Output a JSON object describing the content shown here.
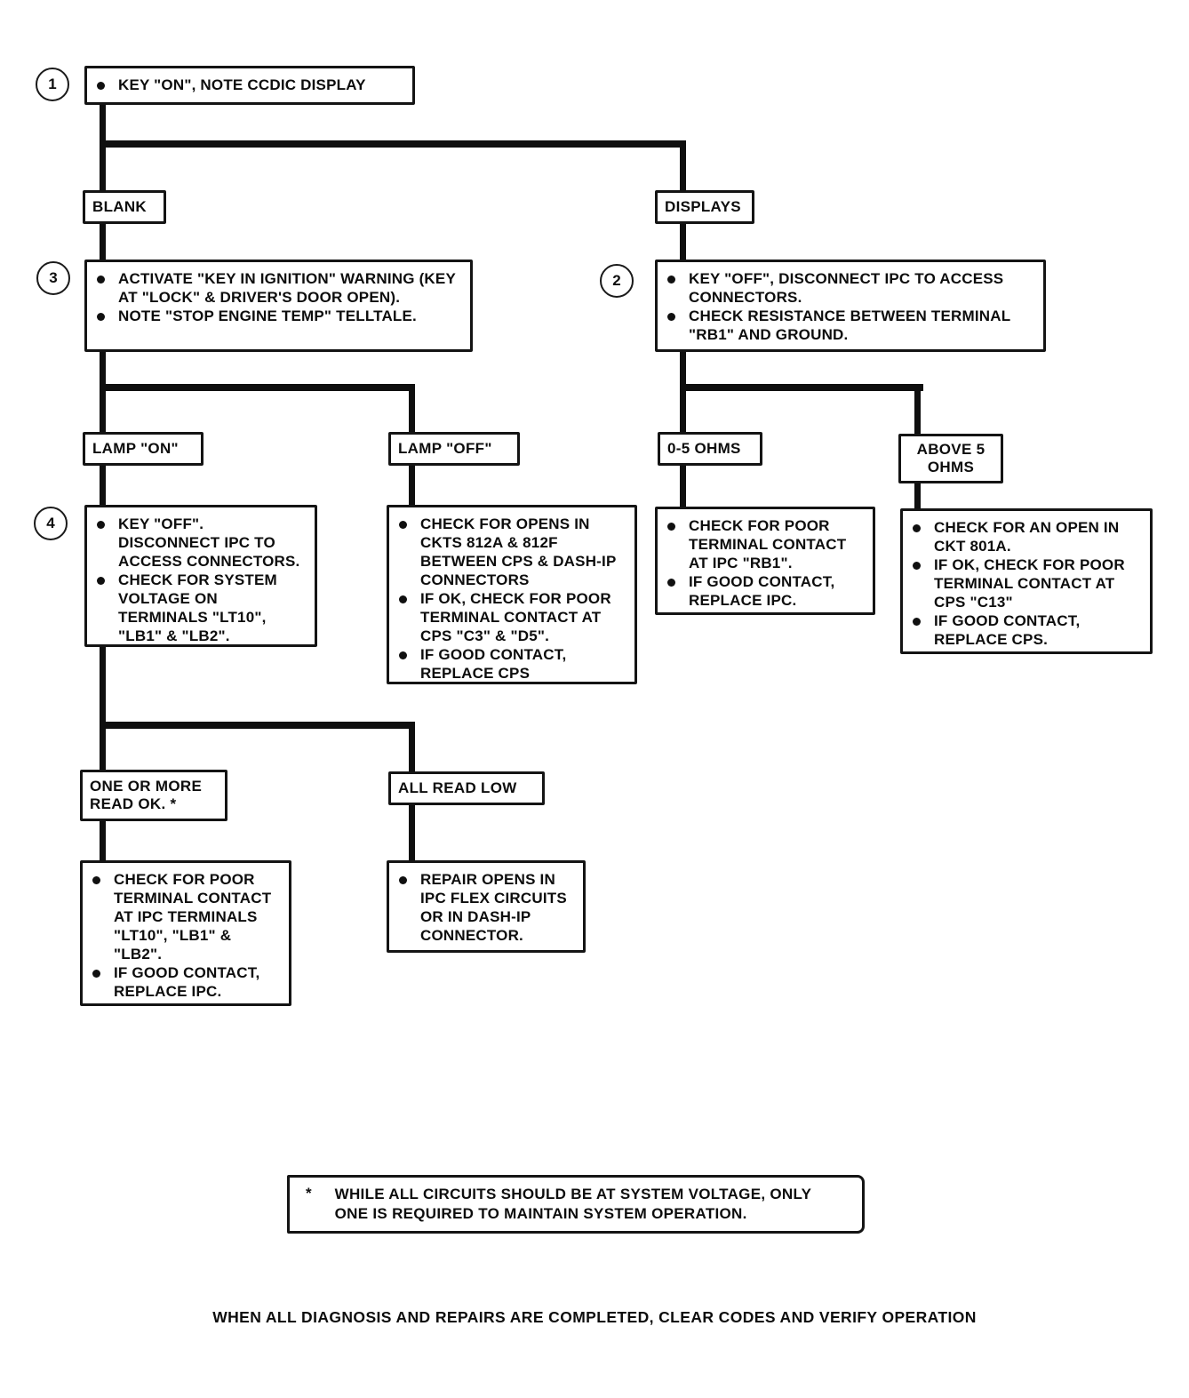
{
  "flowchart": {
    "steps": {
      "s1": {
        "number": "1",
        "bullets": [
          "KEY \"ON\", NOTE CCDIC DISPLAY"
        ]
      },
      "s3": {
        "number": "3",
        "bullets": [
          "ACTIVATE \"KEY IN IGNITION\" WARNING (KEY AT \"LOCK\" & DRIVER'S DOOR OPEN).",
          "NOTE \"STOP ENGINE TEMP\" TELLTALE."
        ]
      },
      "s2": {
        "number": "2",
        "bullets": [
          "KEY \"OFF\", DISCONNECT IPC TO ACCESS CONNECTORS.",
          "CHECK RESISTANCE BETWEEN TERMINAL \"RB1\" AND GROUND."
        ]
      },
      "s4": {
        "number": "4",
        "bullets": [
          "KEY \"OFF\". DISCONNECT IPC TO ACCESS CONNECTORS.",
          "CHECK FOR SYSTEM VOLTAGE ON TERMINALS \"LT10\", \"LB1\" & \"LB2\"."
        ]
      }
    },
    "branches": {
      "blank": "BLANK",
      "displays": "DISPLAYS",
      "lamp_on": "LAMP \"ON\"",
      "lamp_off": "LAMP \"OFF\"",
      "ohms_low": "0-5 OHMS",
      "ohms_high": "ABOVE 5 OHMS",
      "read_ok": "ONE OR MORE READ OK.  *",
      "read_low": "ALL READ LOW"
    },
    "actions": {
      "lamp_off": {
        "bullets": [
          "CHECK FOR OPENS IN CKTS 812A & 812F BETWEEN CPS & DASH-IP CONNECTORS",
          "IF OK, CHECK FOR POOR TERMINAL CONTACT AT CPS \"C3\" & \"D5\".",
          "IF GOOD CONTACT, REPLACE CPS"
        ]
      },
      "ohms_low": {
        "bullets": [
          "CHECK FOR POOR TERMINAL CONTACT AT IPC \"RB1\".",
          "IF GOOD CONTACT, REPLACE IPC."
        ]
      },
      "ohms_high": {
        "bullets": [
          "CHECK FOR AN OPEN IN CKT 801A.",
          "IF OK, CHECK FOR POOR TERMINAL CONTACT AT CPS \"C13\"",
          "IF GOOD CONTACT, REPLACE CPS."
        ]
      },
      "read_ok": {
        "bullets": [
          "CHECK FOR POOR TERMINAL CONTACT AT IPC TERMINALS \"LT10\", \"LB1\" & \"LB2\".",
          "IF GOOD CONTACT, REPLACE IPC."
        ]
      },
      "read_low": {
        "bullets": [
          "REPAIR OPENS IN IPC FLEX CIRCUITS OR IN DASH-IP CONNECTOR."
        ]
      }
    },
    "footnote": {
      "marker": "*",
      "text": "WHILE ALL CIRCUITS SHOULD BE AT SYSTEM VOLTAGE, ONLY ONE IS REQUIRED TO MAINTAIN SYSTEM OPERATION."
    },
    "footer": "WHEN ALL DIAGNOSIS AND REPAIRS ARE COMPLETED, CLEAR CODES AND VERIFY OPERATION"
  }
}
